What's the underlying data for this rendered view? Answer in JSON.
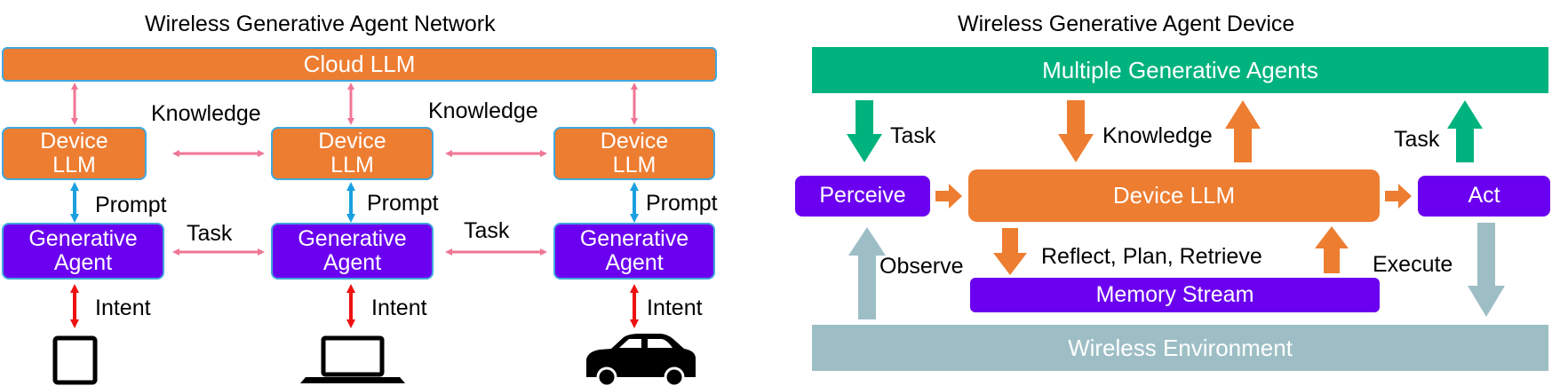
{
  "network": {
    "title": "Wireless Generative Agent Network",
    "cloud": "Cloud LLM",
    "device_llm": "Device\nLLM",
    "generative_agent": "Generative\nAgent",
    "knowledge": "Knowledge",
    "prompt": "Prompt",
    "task": "Task",
    "intent": "Intent",
    "devices": [
      "tablet-icon",
      "laptop-icon",
      "car-icon"
    ]
  },
  "device": {
    "title": "Wireless Generative Agent Device",
    "agents_bar": "Multiple Generative Agents",
    "perceive": "Perceive",
    "device_llm": "Device LLM",
    "act": "Act",
    "memory": "Memory Stream",
    "environment": "Wireless Environment",
    "task_left": "Task",
    "knowledge": "Knowledge",
    "task_right": "Task",
    "observe": "Observe",
    "reflect": "Reflect, Plan, Retrieve",
    "execute": "Execute"
  },
  "colors": {
    "orange": "#ed7d31",
    "purple": "#6b00f0",
    "border_blue": "#41a7dc",
    "green": "#00b37e",
    "grey": "#9ebec6",
    "pink_arrow": "#f07694",
    "blue_arrow": "#1aa0e0",
    "red_arrow": "#ee1111"
  }
}
